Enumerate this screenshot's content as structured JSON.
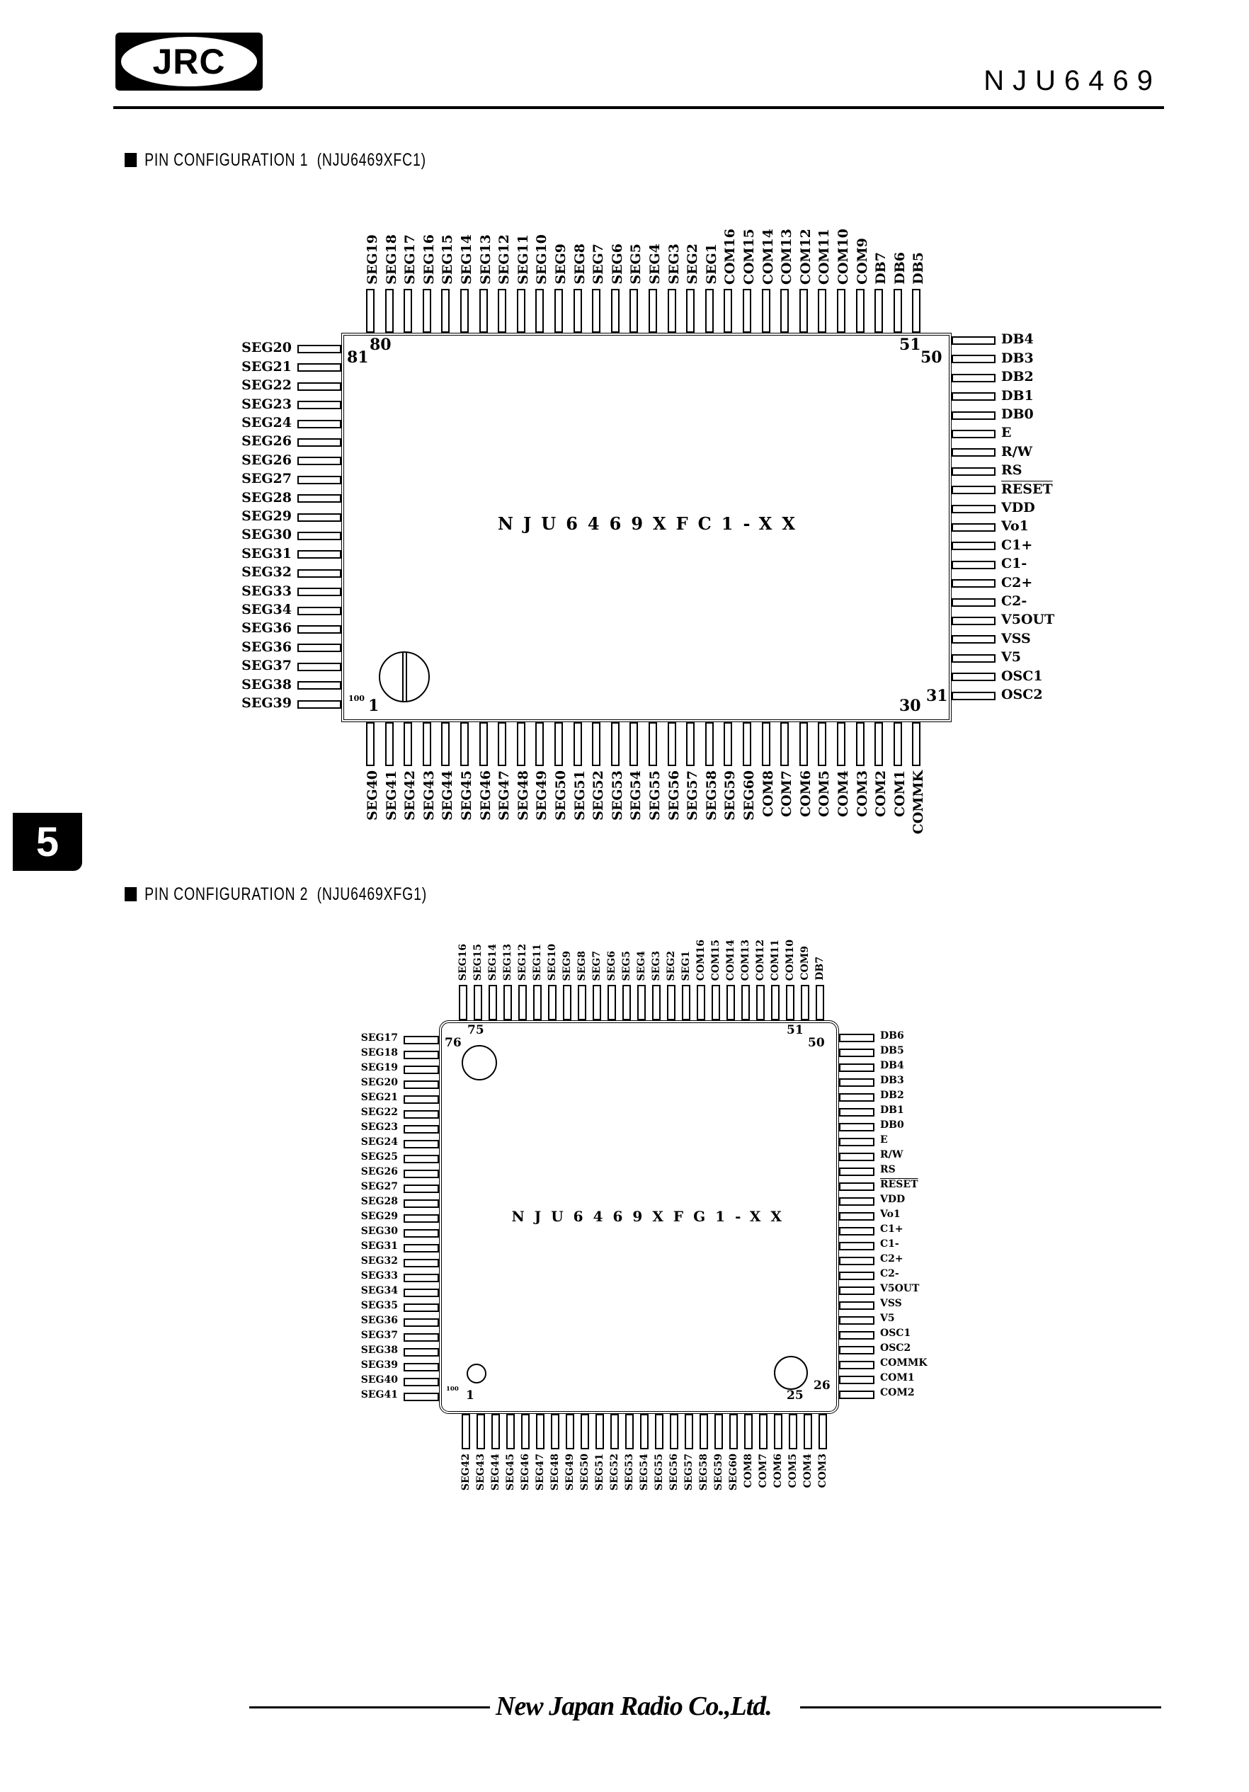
{
  "header": {
    "logo_text": "JRC",
    "doc_title": "NJU6469"
  },
  "side_tab": {
    "label": "5"
  },
  "footer": {
    "company": "New Japan Radio Co.,Ltd."
  },
  "config1": {
    "heading": "PIN CONFIGURATION 1  (NJU6469XFC1)",
    "part_label": "NJU6469XFC1-XX",
    "corner_numbers": {
      "top_left_top": "80",
      "top_left_side": "81",
      "top_right_top": "51",
      "top_right_side": "50",
      "bottom_left_side": "100",
      "bottom_left_bottom": "1",
      "bottom_right_bottom": "30",
      "bottom_right_side": "31"
    },
    "top_pins": [
      "SEG19",
      "SEG18",
      "SEG17",
      "SEG16",
      "SEG15",
      "SEG14",
      "SEG13",
      "SEG12",
      "SEG11",
      "SEG10",
      "SEG9",
      "SEG8",
      "SEG7",
      "SEG6",
      "SEG5",
      "SEG4",
      "SEG3",
      "SEG2",
      "SEG1",
      "COM16",
      "COM15",
      "COM14",
      "COM13",
      "COM12",
      "COM11",
      "COM10",
      "COM9",
      "DB7",
      "DB6",
      "DB5"
    ],
    "left_pins": [
      "SEG20",
      "SEG21",
      "SEG22",
      "SEG23",
      "SEG24",
      "SEG26",
      "SEG26",
      "SEG27",
      "SEG28",
      "SEG29",
      "SEG30",
      "SEG31",
      "SEG32",
      "SEG33",
      "SEG34",
      "SEG36",
      "SEG36",
      "SEG37",
      "SEG38",
      "SEG39"
    ],
    "right_pins": [
      "DB4",
      "DB3",
      "DB2",
      "DB1",
      "DB0",
      "E",
      "R/W",
      "RS",
      "RESET",
      "VDD",
      "Vo1",
      "C1+",
      "C1-",
      "C2+",
      "C2-",
      "V5OUT",
      "VSS",
      "V5",
      "OSC1",
      "OSC2"
    ],
    "bottom_pins": [
      "SEG40",
      "SEG41",
      "SEG42",
      "SEG43",
      "SEG44",
      "SEG45",
      "SEG46",
      "SEG47",
      "SEG48",
      "SEG49",
      "SEG50",
      "SEG51",
      "SEG52",
      "SEG53",
      "SEG54",
      "SEG55",
      "SEG56",
      "SEG57",
      "SEG58",
      "SEG59",
      "SEG60",
      "COM8",
      "COM7",
      "COM6",
      "COM5",
      "COM4",
      "COM3",
      "COM2",
      "COM1",
      "COMMK"
    ]
  },
  "config2": {
    "heading": "PIN CONFIGURATION 2  (NJU6469XFG1)",
    "part_label": "NJU6469XFG1-XX",
    "corner_numbers": {
      "top_left_top": "75",
      "top_left_side": "76",
      "top_right_top": "51",
      "top_right_side": "50",
      "bottom_left_side": "100",
      "bottom_left_bottom": "1",
      "bottom_right_bottom": "25",
      "bottom_right_side": "26"
    },
    "top_pins": [
      "SEG16",
      "SEG15",
      "SEG14",
      "SEG13",
      "SEG12",
      "SEG11",
      "SEG10",
      "SEG9",
      "SEG8",
      "SEG7",
      "SEG6",
      "SEG5",
      "SEG4",
      "SEG3",
      "SEG2",
      "SEG1",
      "COM16",
      "COM15",
      "COM14",
      "COM13",
      "COM12",
      "COM11",
      "COM10",
      "COM9",
      "DB7"
    ],
    "left_pins": [
      "SEG17",
      "SEG18",
      "SEG19",
      "SEG20",
      "SEG21",
      "SEG22",
      "SEG23",
      "SEG24",
      "SEG25",
      "SEG26",
      "SEG27",
      "SEG28",
      "SEG29",
      "SEG30",
      "SEG31",
      "SEG32",
      "SEG33",
      "SEG34",
      "SEG35",
      "SEG36",
      "SEG37",
      "SEG38",
      "SEG39",
      "SEG40",
      "SEG41"
    ],
    "right_pins": [
      "DB6",
      "DB5",
      "DB4",
      "DB3",
      "DB2",
      "DB1",
      "DB0",
      "E",
      "R/W",
      "RS",
      "RESET",
      "VDD",
      "Vo1",
      "C1+",
      "C1-",
      "C2+",
      "C2-",
      "V5OUT",
      "VSS",
      "V5",
      "OSC1",
      "OSC2",
      "COMMK",
      "COM1",
      "COM2"
    ],
    "bottom_pins": [
      "SEG42",
      "SEG43",
      "SEG44",
      "SEG45",
      "SEG46",
      "SEG47",
      "SEG48",
      "SEG49",
      "SEG50",
      "SEG51",
      "SEG52",
      "SEG53",
      "SEG54",
      "SEG55",
      "SEG56",
      "SEG57",
      "SEG58",
      "SEG59",
      "SEG60",
      "COM8",
      "COM7",
      "COM6",
      "COM5",
      "COM4",
      "COM3"
    ]
  }
}
